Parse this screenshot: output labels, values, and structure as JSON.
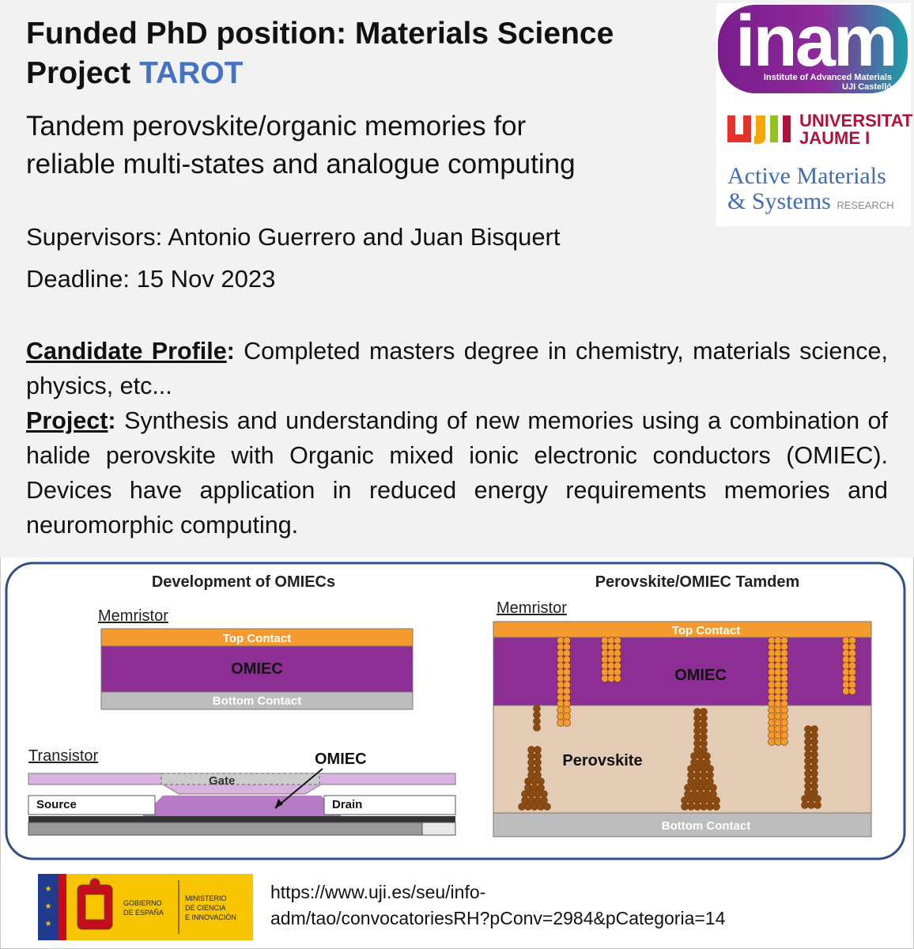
{
  "header": {
    "title_line1": "Funded PhD position: Materials Science",
    "title_line2_prefix": "Project ",
    "title_line2_accent": "TAROT",
    "subtitle_line1": "Tandem perovskite/organic memories for",
    "subtitle_line2": "reliable multi-states and analogue computing"
  },
  "details": {
    "supervisors": "Supervisors: Antonio Guerrero and Juan Bisquert",
    "deadline": "Deadline: 15 Nov 2023"
  },
  "profile": {
    "label": "Candidate Profile",
    "colon": ":",
    "text": " Completed masters degree in chemistry, materials science, physics, etc..."
  },
  "project": {
    "label": "Project",
    "colon": ":",
    "text": " Synthesis  and understanding of new memories using a combination of halide perovskite with Organic mixed ionic electronic conductors (OMIEC). Devices have application in reduced energy requirements memories and neuromorphic computing."
  },
  "logos": {
    "inam_word": "inam",
    "inam_sub1": "Institute of Advanced Materials",
    "inam_sub2": "UJI Castelló",
    "uji_name_1": "UNIVERSITAT",
    "uji_name_2": "JAUME I",
    "ams_line1": "Active Materials",
    "ams_line2": "& Systems",
    "ams_line3": "RESEARCH"
  },
  "diagram": {
    "left_title": "Development of OMIECs",
    "right_title": "Perovskite/OMIEC Tamdem",
    "memristor_label": "Memristor",
    "top_contact": "Top Contact",
    "omiec": "OMIEC",
    "bottom_contact": "Bottom Contact",
    "transistor_label": "Transistor",
    "gate": "Gate",
    "source": "Source",
    "drain": "Drain",
    "omiec_callout": "OMIEC",
    "perovskite": "Perovskite",
    "colors": {
      "orange": "#f59a2f",
      "purple": "#8c2e94",
      "gray": "#bdbdbd",
      "tan": "#e3cbb5",
      "frame": "#2f4f85"
    }
  },
  "footer": {
    "gov_1": "GOBIERNO",
    "gov_2": "DE ESPAÑA",
    "min_1": "MINISTERIO",
    "min_2": "DE CIENCIA",
    "min_3": "E INNOVACIÓN",
    "url_line1": "https://www.uji.es/seu/info-",
    "url_line2": "adm/tao/convocatoriesRH?pConv=2984&pCategoria=14"
  }
}
